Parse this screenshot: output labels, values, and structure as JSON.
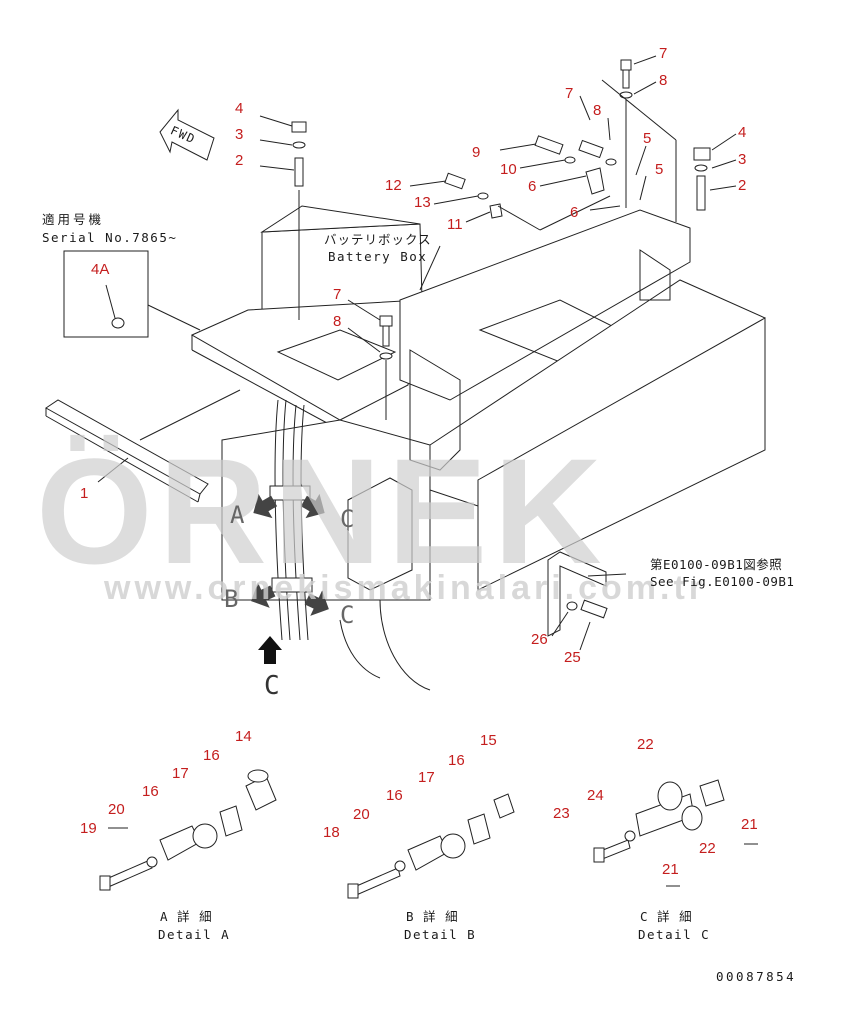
{
  "labels": {
    "serial_jp": "適用号機",
    "serial_en": "Serial No.7865~",
    "battery_jp": "バッテリボックス",
    "battery_en": "Battery Box",
    "fwd": "FWD",
    "ref_jp": "第E0100-09B1図参照",
    "ref_en": "See Fig.E0100-09B1",
    "detail_a_jp": "A 詳 細",
    "detail_a_en": "Detail A",
    "detail_b_jp": "B 詳 細",
    "detail_b_en": "Detail B",
    "detail_c_jp": "C 詳 細",
    "detail_c_en": "Detail C",
    "drawing_no": "00087854",
    "view_a": "A",
    "view_b": "B",
    "view_c": "C",
    "view_c2": "C",
    "view_c3": "C"
  },
  "callouts": {
    "c1": "1",
    "c2": "2",
    "c3": "3",
    "c4": "4",
    "c4a": "4A",
    "c7a": "7",
    "c8a": "8",
    "c12": "12",
    "c13": "13",
    "c11": "11",
    "c9": "9",
    "c10": "10",
    "c6a": "6",
    "c7b": "7",
    "c8b": "8",
    "c7c": "7",
    "c8c": "8",
    "c6b": "6",
    "c5a": "5",
    "c5b": "5",
    "c4b": "4",
    "c3b": "3",
    "c2b": "2",
    "c26": "26",
    "c25": "25",
    "c14": "14",
    "c16a": "16",
    "c17a": "17",
    "c16b": "16",
    "c20a": "20",
    "c19": "19",
    "c15": "15",
    "c16c": "16",
    "c17b": "17",
    "c16d": "16",
    "c20b": "20",
    "c18": "18",
    "c22a": "22",
    "c24": "24",
    "c23": "23",
    "c21a": "21",
    "c22b": "22",
    "c21b": "21"
  },
  "watermark": {
    "brand": "ÖRNEK",
    "url": "www.ornekismakinalari.com.tr"
  }
}
